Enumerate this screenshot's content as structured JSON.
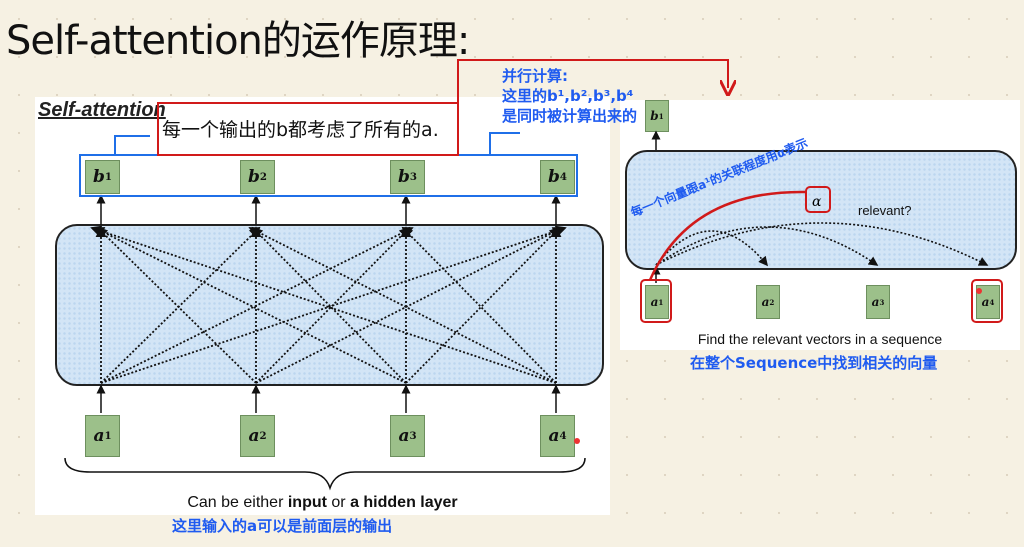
{
  "page_title": "Self-attention的运作原理:",
  "left_slide": {
    "title": "Self-attention",
    "outputs": [
      {
        "base": "b",
        "sup": "1"
      },
      {
        "base": "b",
        "sup": "2"
      },
      {
        "base": "b",
        "sup": "3"
      },
      {
        "base": "b",
        "sup": "4"
      }
    ],
    "inputs": [
      {
        "base": "a",
        "sup": "1"
      },
      {
        "base": "a",
        "sup": "2"
      },
      {
        "base": "a",
        "sup": "3"
      },
      {
        "base": "a",
        "sup": "4"
      }
    ],
    "caption_pre": "Can be either ",
    "caption_b1": "input",
    "caption_mid": " or ",
    "caption_b2": "a hidden layer"
  },
  "right_slide": {
    "output": {
      "base": "b",
      "sup": "1"
    },
    "inputs": [
      {
        "base": "a",
        "sup": "1"
      },
      {
        "base": "a",
        "sup": "2"
      },
      {
        "base": "a",
        "sup": "3"
      },
      {
        "base": "a",
        "sup": "4"
      }
    ],
    "alpha": "α",
    "relevant": "relevant?",
    "caption": "Find the relevant vectors in a sequence"
  },
  "annotations": {
    "each_output": "每一个输出的b都考虑了所有的a.",
    "parallel_1": "并行计算:",
    "parallel_2": "这里的b¹,b²,b³,b⁴",
    "parallel_3": "是同时被计算出来的",
    "relevance": "每一个向量跟a¹的关联程度用α表示",
    "find_relevant": "在整个Sequence中找到相关的向量",
    "input_note": "这里输入的a可以是前面层的输出"
  },
  "colors": {
    "annotation_blue": "#1f5bf0",
    "annotation_red": "#d11a1a",
    "vector_green": "#9cc08a"
  }
}
